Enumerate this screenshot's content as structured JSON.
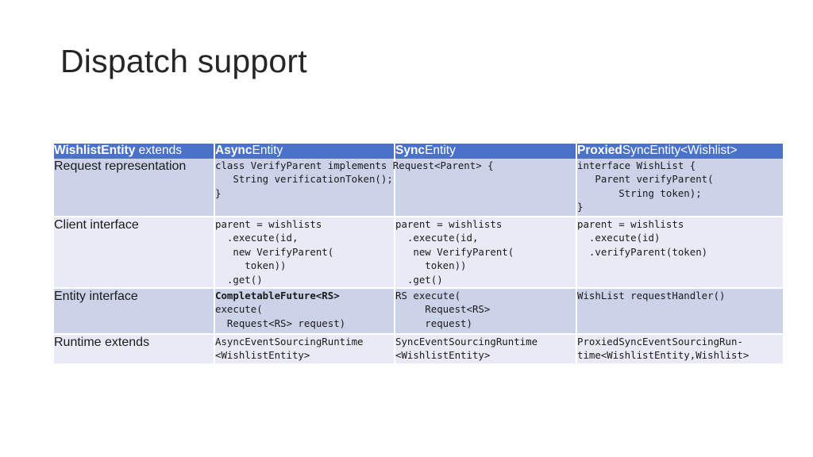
{
  "slide": {
    "title": "Dispatch support"
  },
  "colors": {
    "header_blue": "#4a72c8",
    "row_dark": "#ccd2e8",
    "row_light": "#e8ebf5",
    "text": "#1a1a1a",
    "title_text": "#262626",
    "grid_white": "#ffffff"
  },
  "table": {
    "headers": [
      {
        "strong": "WishlistEntity",
        "rest": "  extends"
      },
      {
        "strong": "Async",
        "rest": "Entity"
      },
      {
        "strong": "Sync",
        "rest": "Entity"
      },
      {
        "strong": "Proxied",
        "rest": "SyncEntity<Wishlist>"
      }
    ],
    "rows": [
      {
        "label": "Request representation",
        "async": "class VerifyParent implements Request<Parent> {\n   String verificationToken();\n}",
        "sync": "",
        "proxied": "interface WishList {\n   Parent verifyParent(\n       String token);\n}"
      },
      {
        "label": "Client interface",
        "async": "parent = wishlists\n  .execute(id,\n   new VerifyParent(\n     token))\n  .get()",
        "sync": "parent = wishlists\n  .execute(id,\n   new VerifyParent(\n     token))\n  .get()",
        "proxied": "parent = wishlists\n  .execute(id)\n  .verifyParent(token)"
      },
      {
        "label": "Entity interface",
        "async_bold": "CompletableFuture<RS>",
        "async": "\nexecute(\n  Request<RS> request)",
        "sync": "RS execute(\n     Request<RS>\n     request)",
        "proxied": "WishList requestHandler()"
      },
      {
        "label": "Runtime extends",
        "async": "AsyncEventSourcingRuntime\n<WishlistEntity>",
        "sync": "SyncEventSourcingRuntime\n<WishlistEntity>",
        "proxied": "ProxiedSyncEventSourcingRun-\ntime<WishlistEntity,Wishlist>"
      }
    ]
  }
}
